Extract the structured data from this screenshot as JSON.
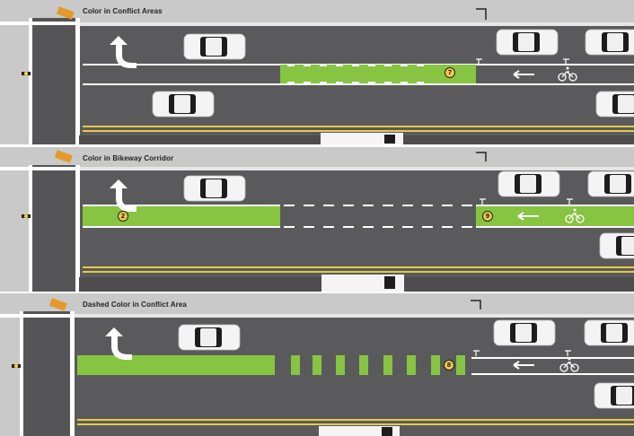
{
  "panels": [
    {
      "title": "Color in Conflict Areas",
      "marker_label": "7",
      "colors": {
        "green": "#86c442",
        "asphalt": "#5a5a5c"
      }
    },
    {
      "title": "Color in Bikeway Corridor",
      "marker_start_label": "2",
      "marker_end_label": "9",
      "colors": {
        "green": "#86c442",
        "asphalt": "#5a5a5c"
      }
    },
    {
      "title": "Dashed Color in Conflict Area",
      "marker_label": "8",
      "colors": {
        "green": "#86c442",
        "asphalt": "#5a5a5c"
      }
    }
  ],
  "icons": [
    "left-turn-arrow-icon",
    "bike-symbol-icon",
    "lane-arrow-icon",
    "cyclist-icon"
  ]
}
